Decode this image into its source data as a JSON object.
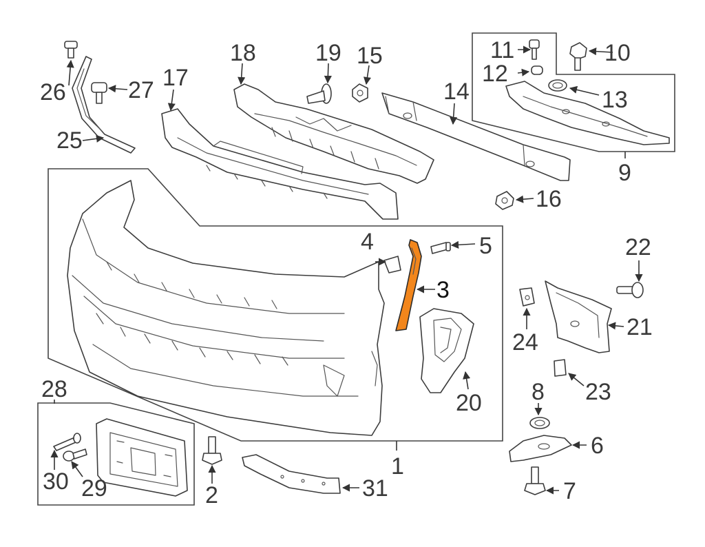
{
  "colors": {
    "line": "#3c3c3c",
    "highlight": "#f2861c",
    "background": "#ffffff"
  },
  "callouts": [
    {
      "id": "1",
      "label": "1"
    },
    {
      "id": "2",
      "label": "2"
    },
    {
      "id": "3",
      "label": "3"
    },
    {
      "id": "4",
      "label": "4"
    },
    {
      "id": "5",
      "label": "5"
    },
    {
      "id": "6",
      "label": "6"
    },
    {
      "id": "7",
      "label": "7"
    },
    {
      "id": "8",
      "label": "8"
    },
    {
      "id": "9",
      "label": "9"
    },
    {
      "id": "10",
      "label": "10"
    },
    {
      "id": "11",
      "label": "11"
    },
    {
      "id": "12",
      "label": "12"
    },
    {
      "id": "13",
      "label": "13"
    },
    {
      "id": "14",
      "label": "14"
    },
    {
      "id": "15",
      "label": "15"
    },
    {
      "id": "16",
      "label": "16"
    },
    {
      "id": "17",
      "label": "17"
    },
    {
      "id": "18",
      "label": "18"
    },
    {
      "id": "19",
      "label": "19"
    },
    {
      "id": "20",
      "label": "20"
    },
    {
      "id": "21",
      "label": "21"
    },
    {
      "id": "22",
      "label": "22"
    },
    {
      "id": "23",
      "label": "23"
    },
    {
      "id": "24",
      "label": "24"
    },
    {
      "id": "25",
      "label": "25"
    },
    {
      "id": "26",
      "label": "26"
    },
    {
      "id": "27",
      "label": "27"
    },
    {
      "id": "28",
      "label": "28"
    },
    {
      "id": "29",
      "label": "29"
    },
    {
      "id": "30",
      "label": "30"
    },
    {
      "id": "31",
      "label": "31"
    }
  ],
  "highlighted_part": "3"
}
